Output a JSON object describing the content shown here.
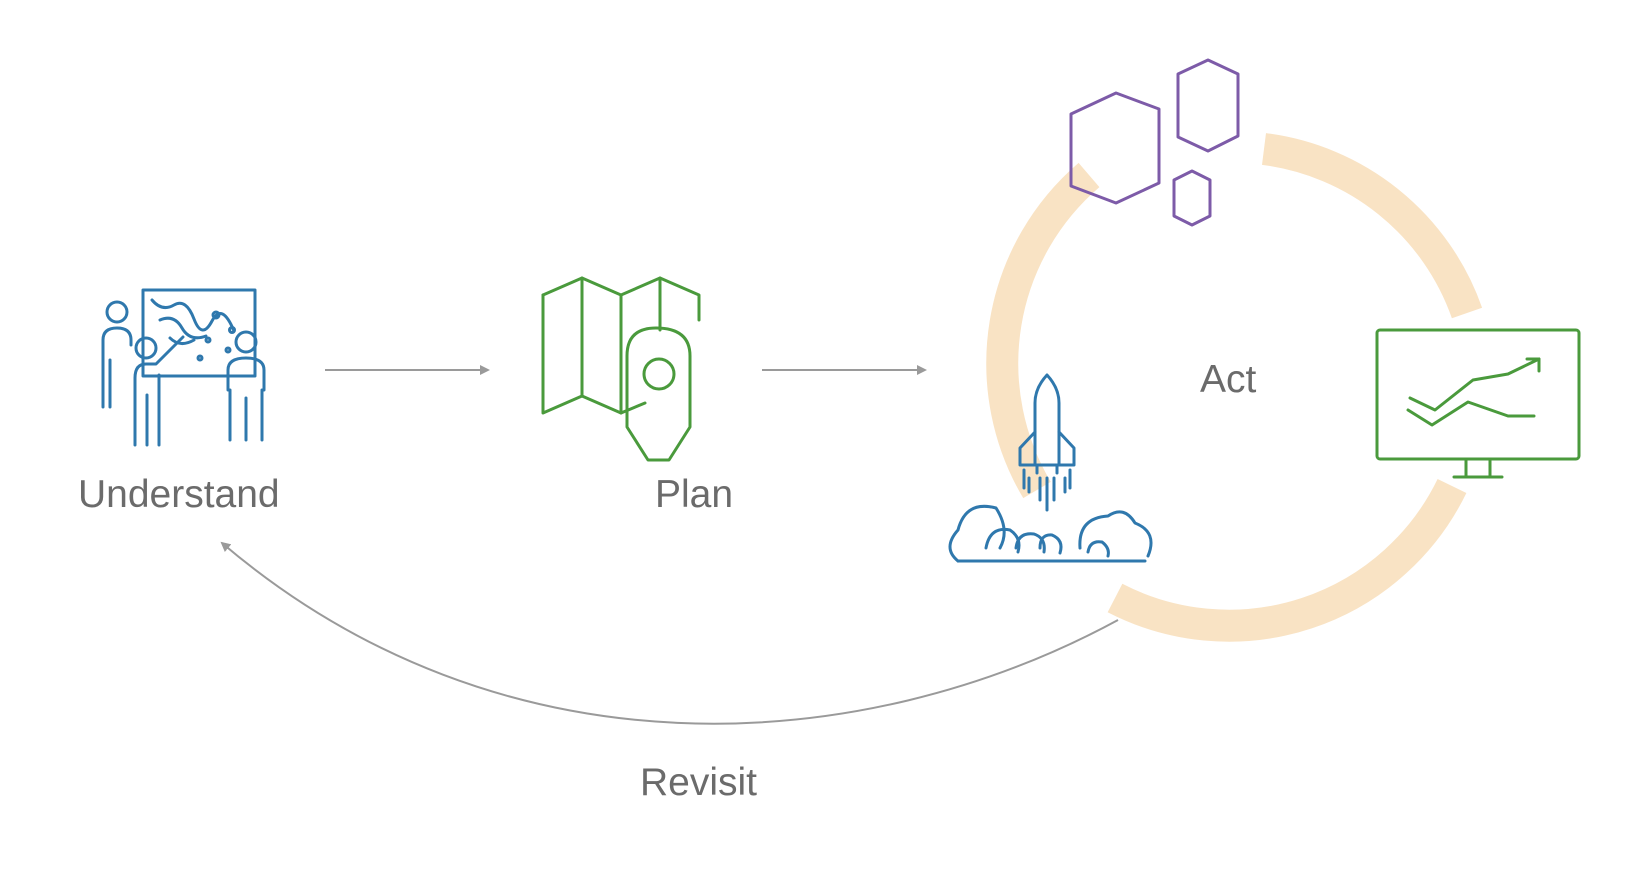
{
  "labels": {
    "understand": "Understand",
    "plan": "Plan",
    "act": "Act",
    "revisit": "Revisit"
  },
  "colors": {
    "text": "#6b6b6b",
    "arrow": "#9a9a9a",
    "cycle_ring": "#f9e3c4",
    "icon_blue": "#2f78ad",
    "icon_green": "#4a9a3c",
    "icon_purple": "#7d5ba8"
  },
  "icons": {
    "understand": "people-at-whiteboard-icon",
    "plan": "map-with-location-pin-icon",
    "act_launch": "rocket-launch-icon",
    "act_build": "hexagon-cluster-icon",
    "act_measure": "monitor-trend-chart-icon"
  }
}
